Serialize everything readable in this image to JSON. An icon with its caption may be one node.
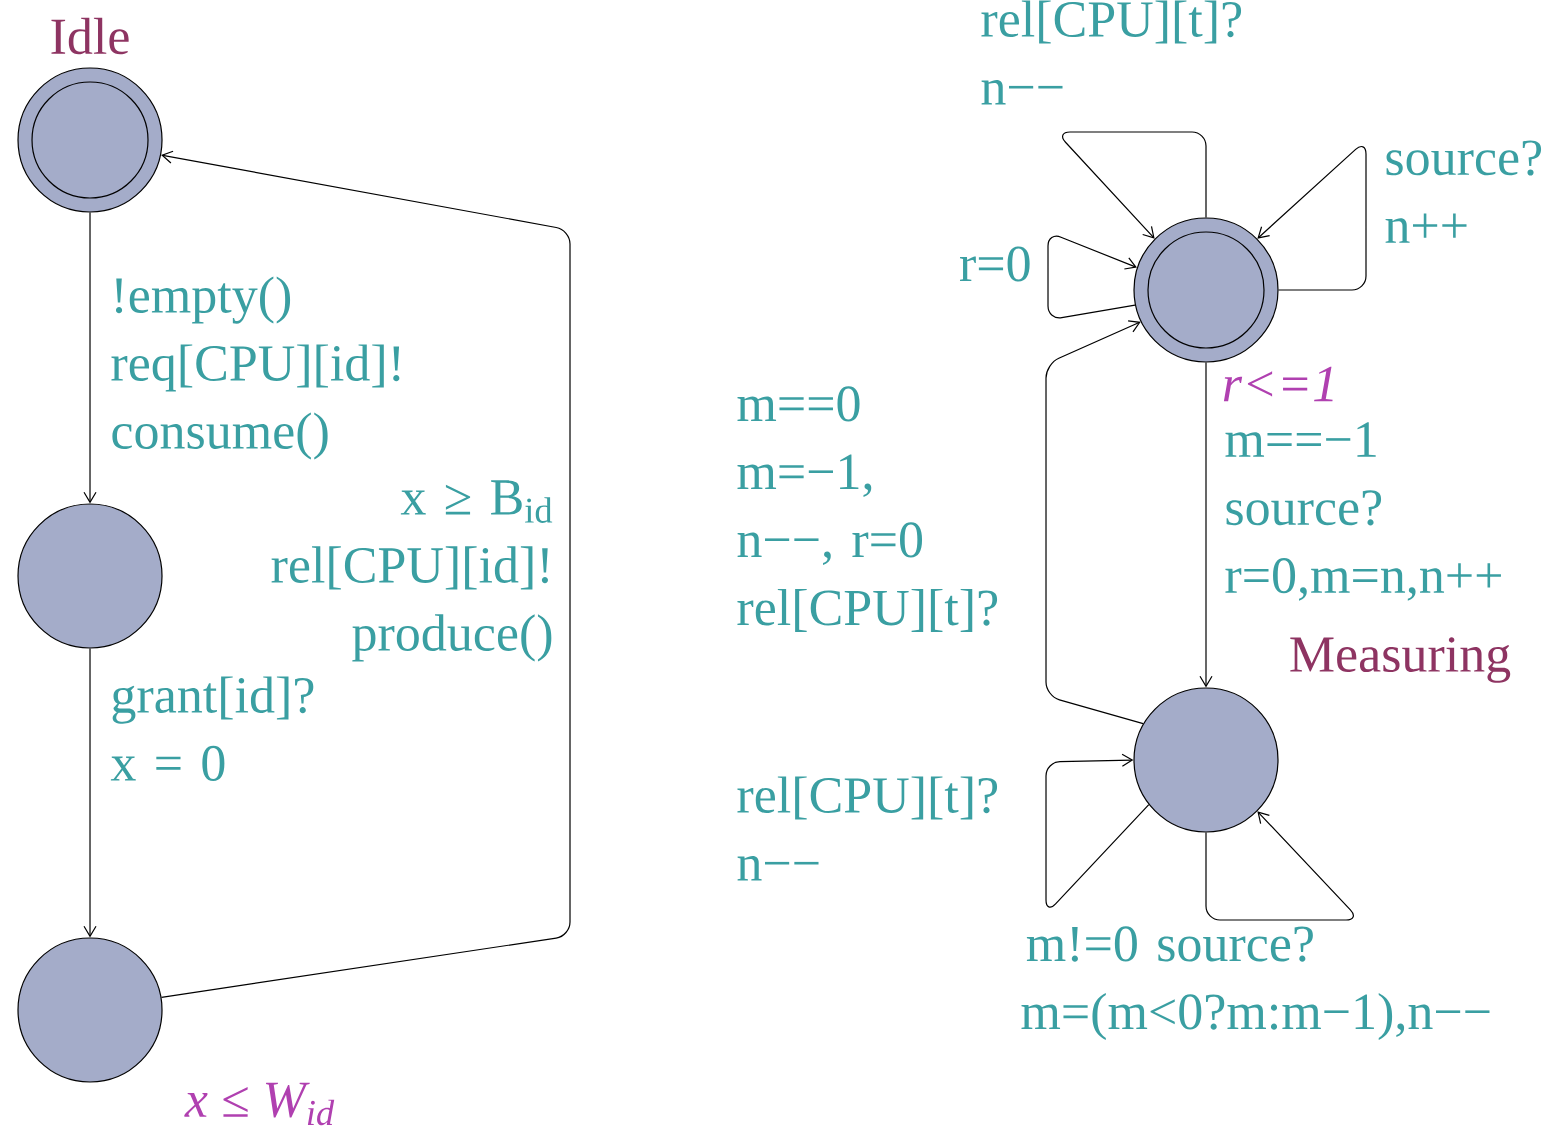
{
  "diagram": {
    "nodes": [
      {
        "text": [
          "Idle"
        ]
      },
      {
        "text": [],
        "shape": "circle"
      },
      {
        "text": [],
        "shape": "circle",
        "beside": [
          "x ≤ W$_{id}$"
        ]
      },
      {
        "text": [],
        "shape": "circle",
        "beside": [
          "r<=1"
        ]
      },
      {
        "text": [
          "Measuring"
        ]
      }
    ],
    "edges": [
      {
        "from": 0,
        "to": 1,
        "arrow": "to",
        "label": "!empty() req[CPU][id]! consume()"
      },
      {
        "from": 1,
        "to": 2,
        "arrow": "to",
        "label": "grant[id]? x = 0"
      },
      {
        "from": 2,
        "to": 0,
        "arrow": "to",
        "label": "x ≥ B$_{id}$ rel[CPU][id]! produce()"
      },
      {
        "from": 3,
        "to": 3,
        "arrow": "to",
        "label": "rel[CPU][t]? n−−"
      },
      {
        "from": 3,
        "to": 3,
        "arrow": "to",
        "label": "source? n++"
      },
      {
        "from": 3,
        "to": 3,
        "arrow": "to",
        "label": "r=0"
      },
      {
        "from": 3,
        "to": 4,
        "arrow": "to",
        "label": "m==−1 source? r=0,m=n,n++"
      },
      {
        "from": 4,
        "to": 3,
        "arrow": "to",
        "label": "m==0 m=−1, n−−, r=0 rel[CPU][t]?"
      },
      {
        "from": 4,
        "to": 4,
        "arrow": "to",
        "label": "rel[CPU][t]? n−−"
      },
      {
        "from": 4,
        "to": 4,
        "arrow": "to",
        "label": "m!=0 source? m=(m<0?m:m−1),n−−"
      }
    ]
  }
}
